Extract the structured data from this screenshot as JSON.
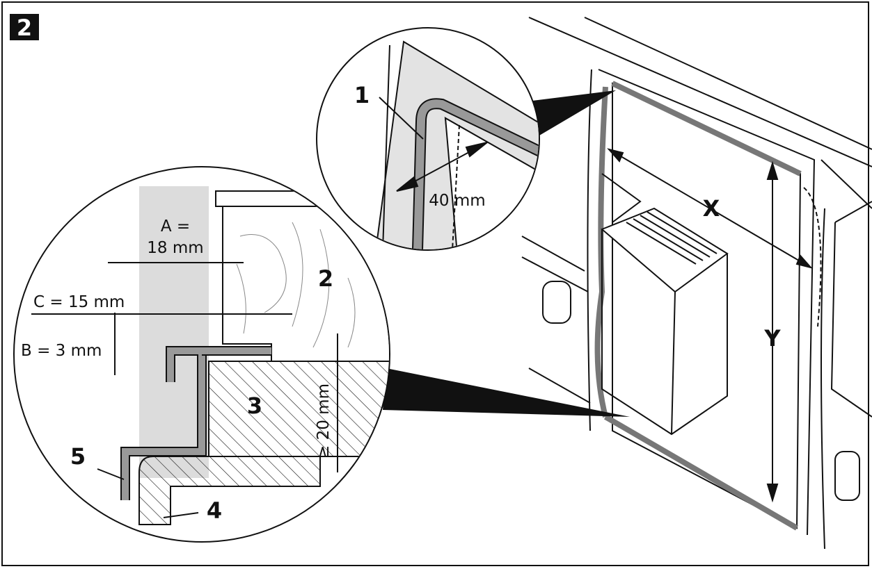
{
  "figure_number": "2",
  "callouts": {
    "part1": "1",
    "part2": "2",
    "part3": "3",
    "part4": "4",
    "part5": "5"
  },
  "dimensions": {
    "detail_top": "40 mm",
    "width": "X",
    "height": "Y",
    "a_line1": "A =",
    "a_line2": "18 mm",
    "c": "C = 15 mm",
    "b": "B = 3 mm",
    "min_thickness": "≥ 20 mm"
  },
  "colors": {
    "seal": "#9a9a9a",
    "panel": "#dcdcdc",
    "line": "#111111"
  }
}
